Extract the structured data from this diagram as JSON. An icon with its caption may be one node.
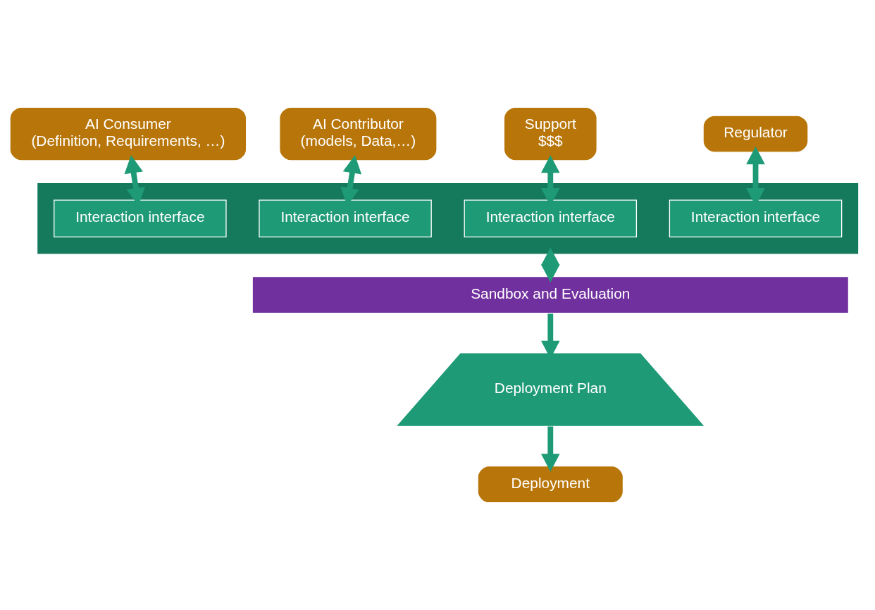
{
  "diagram": {
    "nodes": [
      {
        "text": [
          "AI Consumer",
          "(Definition, Requirements, …)"
        ]
      },
      {
        "text": [
          "AI Contributor",
          "(models, Data,…)"
        ]
      },
      {
        "text": [
          "Support",
          "$$$"
        ]
      },
      {
        "text": [
          "Regulator"
        ]
      },
      {
        "text": [],
        "shape": "bar"
      },
      {
        "text": [
          "Interaction interface"
        ],
        "in": 4
      },
      {
        "text": [
          "Interaction interface"
        ],
        "in": 4
      },
      {
        "text": [
          "Interaction interface"
        ],
        "in": 4
      },
      {
        "text": [
          "Interaction interface"
        ],
        "in": 4
      },
      {
        "text": [
          "Sandbox and Evaluation"
        ]
      },
      {
        "text": [
          "Deployment Plan"
        ]
      },
      {
        "text": [
          "Deployment"
        ]
      }
    ],
    "edges": [
      {
        "from": 0,
        "to": 5,
        "arrow": "both"
      },
      {
        "from": 1,
        "to": 6,
        "arrow": "both"
      },
      {
        "from": 2,
        "to": 7,
        "arrow": "both"
      },
      {
        "from": 3,
        "to": 8,
        "arrow": "both"
      },
      {
        "from": 4,
        "to": 9,
        "arrow": "both"
      },
      {
        "from": 9,
        "to": 10,
        "arrow": "to"
      },
      {
        "from": 10,
        "to": 11,
        "arrow": "to"
      }
    ]
  }
}
